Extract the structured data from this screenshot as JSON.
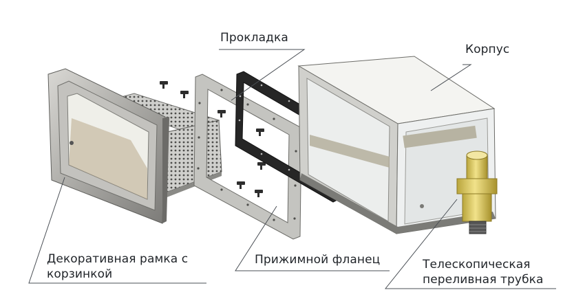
{
  "labels": {
    "gasket": "Прокладка",
    "housing": "Корпус",
    "frame_line1": "Декоративная рамка с",
    "frame_line2": "корзинкой",
    "flange": "Прижимной фланец",
    "tube_line1": "Телескопическая",
    "tube_line2": "переливная трубка"
  },
  "colors": {
    "leader": "#4a4f55",
    "steel_light": "#e4e4e2",
    "steel_mid": "#c9c9c6",
    "steel_dark": "#8f8f8b",
    "gasket": "#2b2b2b",
    "brass": "#d8c460",
    "glass": "#eef0f0"
  }
}
